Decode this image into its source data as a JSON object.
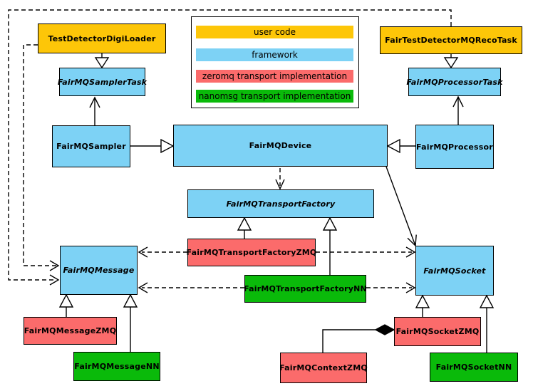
{
  "diagram": {
    "kind": "UML class diagram",
    "colors": {
      "user_code": "#FDC608",
      "framework": "#7DD2F5",
      "zeromq": "#FB6B6B",
      "nanomsg": "#0ABA0A",
      "line": "#000000",
      "background": "#FFFFFF"
    },
    "legend": {
      "items": [
        {
          "label": "user code",
          "color": "#FDC608"
        },
        {
          "label": "framework",
          "color": "#7DD2F5"
        },
        {
          "label": "zeromq transport implementation",
          "color": "#FB6B6B"
        },
        {
          "label": "nanomsg transport implementation",
          "color": "#0ABA0A"
        }
      ]
    },
    "nodes": {
      "testDetectorDigiLoader": {
        "label": "TestDetectorDigiLoader",
        "category": "user_code",
        "abstract": false
      },
      "fairTestDetectorMQRecoTask": {
        "label": "FairTestDetectorMQRecoTask",
        "category": "user_code",
        "abstract": false
      },
      "fairMQSamplerTask": {
        "label": "FairMQSamplerTask",
        "category": "framework",
        "abstract": true
      },
      "fairMQProcessorTask": {
        "label": "FairMQProcessorTask",
        "category": "framework",
        "abstract": true
      },
      "fairMQSampler": {
        "label": "FairMQSampler",
        "category": "framework",
        "abstract": false
      },
      "fairMQDevice": {
        "label": "FairMQDevice",
        "category": "framework",
        "abstract": false
      },
      "fairMQProcessor": {
        "label": "FairMQProcessor",
        "category": "framework",
        "abstract": false
      },
      "fairMQTransportFactory": {
        "label": "FairMQTransportFactory",
        "category": "framework",
        "abstract": true
      },
      "fairMQMessage": {
        "label": "FairMQMessage",
        "category": "framework",
        "abstract": true
      },
      "fairMQSocket": {
        "label": "FairMQSocket",
        "category": "framework",
        "abstract": true
      },
      "fairMQTransportFactoryZMQ": {
        "label": "FairMQTransportFactoryZMQ",
        "category": "zeromq",
        "abstract": false
      },
      "fairMQTransportFactoryNN": {
        "label": "FairMQTransportFactoryNN",
        "category": "nanomsg",
        "abstract": false
      },
      "fairMQMessageZMQ": {
        "label": "FairMQMessageZMQ",
        "category": "zeromq",
        "abstract": false
      },
      "fairMQMessageNN": {
        "label": "FairMQMessageNN",
        "category": "nanomsg",
        "abstract": false
      },
      "fairMQSocketZMQ": {
        "label": "FairMQSocketZMQ",
        "category": "zeromq",
        "abstract": false
      },
      "fairMQSocketNN": {
        "label": "FairMQSocketNN",
        "category": "nanomsg",
        "abstract": false
      },
      "fairMQContextZMQ": {
        "label": "FairMQContextZMQ",
        "category": "zeromq",
        "abstract": false
      }
    },
    "relationships": [
      {
        "from": "TestDetectorDigiLoader",
        "to": "FairMQSamplerTask",
        "type": "inheritance"
      },
      {
        "from": "FairTestDetectorMQRecoTask",
        "to": "FairMQProcessorTask",
        "type": "inheritance"
      },
      {
        "from": "FairMQSampler",
        "to": "FairMQDevice",
        "type": "inheritance"
      },
      {
        "from": "FairMQProcessor",
        "to": "FairMQDevice",
        "type": "inheritance"
      },
      {
        "from": "FairMQTransportFactoryZMQ",
        "to": "FairMQTransportFactory",
        "type": "inheritance"
      },
      {
        "from": "FairMQTransportFactoryNN",
        "to": "FairMQTransportFactory",
        "type": "inheritance"
      },
      {
        "from": "FairMQMessageZMQ",
        "to": "FairMQMessage",
        "type": "inheritance"
      },
      {
        "from": "FairMQMessageNN",
        "to": "FairMQMessage",
        "type": "inheritance"
      },
      {
        "from": "FairMQSocketZMQ",
        "to": "FairMQSocket",
        "type": "inheritance"
      },
      {
        "from": "FairMQSocketNN",
        "to": "FairMQSocket",
        "type": "inheritance"
      },
      {
        "from": "FairMQSampler",
        "to": "FairMQSamplerTask",
        "type": "association"
      },
      {
        "from": "FairMQProcessor",
        "to": "FairMQProcessorTask",
        "type": "association"
      },
      {
        "from": "FairMQDevice",
        "to": "FairMQSocket",
        "type": "association"
      },
      {
        "from": "FairMQDevice",
        "to": "FairMQTransportFactory",
        "type": "dependency"
      },
      {
        "from": "FairMQTransportFactoryZMQ",
        "to": "FairMQMessage",
        "type": "dependency"
      },
      {
        "from": "FairMQTransportFactoryZMQ",
        "to": "FairMQSocket",
        "type": "dependency"
      },
      {
        "from": "FairMQTransportFactoryNN",
        "to": "FairMQMessage",
        "type": "dependency"
      },
      {
        "from": "FairMQTransportFactoryNN",
        "to": "FairMQSocket",
        "type": "dependency"
      },
      {
        "from": "TestDetectorDigiLoader",
        "to": "FairMQMessage",
        "type": "dependency"
      },
      {
        "from": "FairTestDetectorMQRecoTask",
        "to": "FairMQMessage",
        "type": "dependency"
      },
      {
        "from": "FairMQSocketZMQ",
        "to": "FairMQContextZMQ",
        "type": "composition"
      }
    ]
  }
}
